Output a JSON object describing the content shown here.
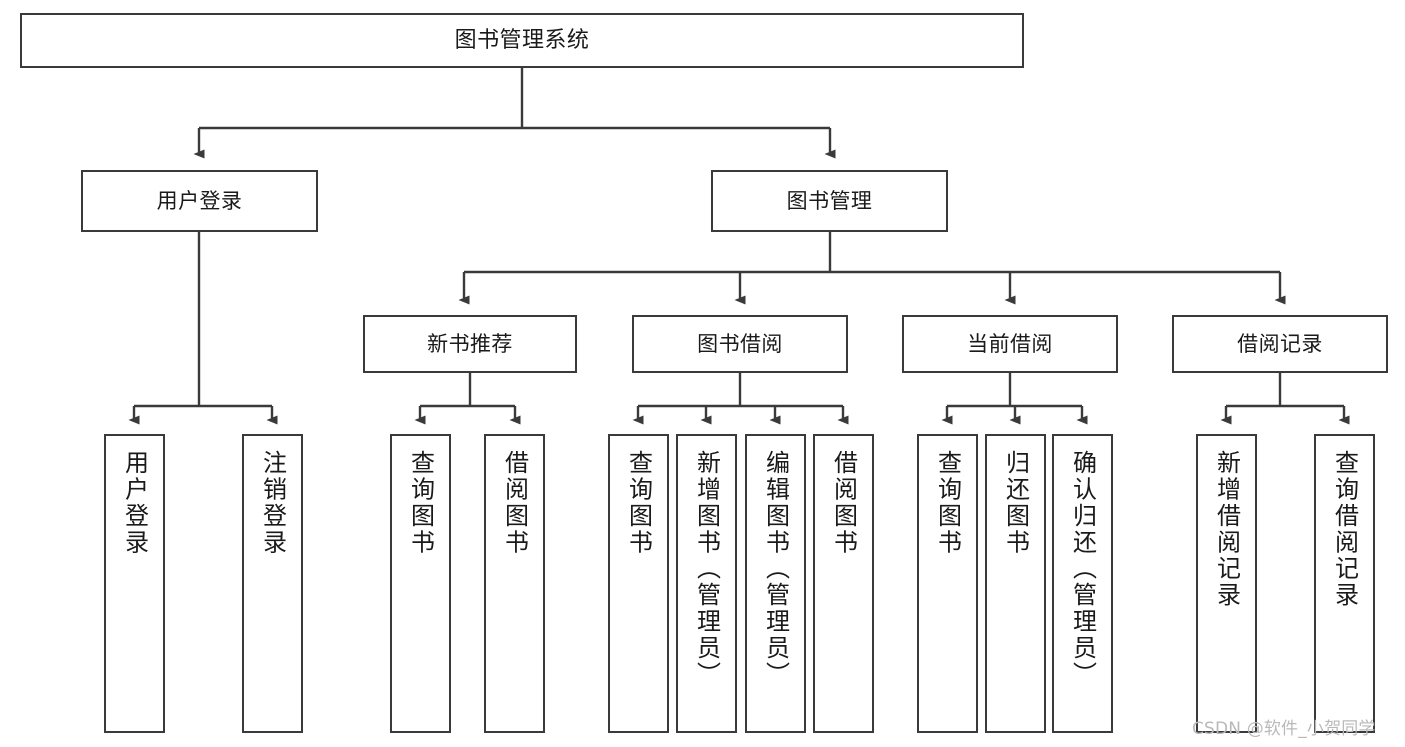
{
  "diagram": {
    "title": "图书管理系统",
    "type": "tree",
    "watermark": "CSDN @软件_小贺同学",
    "colors": {
      "background": "#ffffff",
      "border": "#3a3a3a",
      "text": "#1a1a1a",
      "connector": "#3a3a3a",
      "watermark": "#b9b9b9"
    },
    "nodes": {
      "root": {
        "label": "图书管理系统"
      },
      "level2": [
        {
          "label": "用户登录"
        },
        {
          "label": "图书管理"
        }
      ],
      "level3": [
        {
          "label": "新书推荐"
        },
        {
          "label": "图书借阅"
        },
        {
          "label": "当前借阅"
        },
        {
          "label": "借阅记录"
        }
      ],
      "leaves_user_login": [
        {
          "label": "用户登录"
        },
        {
          "label": "注销登录"
        }
      ],
      "leaves_new_book": [
        {
          "label": "查询图书"
        },
        {
          "label": "借阅图书"
        }
      ],
      "leaves_borrow": [
        {
          "label": "查询图书"
        },
        {
          "label": "新增图书（管理员）"
        },
        {
          "label": "编辑图书（管理员）"
        },
        {
          "label": "借阅图书"
        }
      ],
      "leaves_current": [
        {
          "label": "查询图书"
        },
        {
          "label": "归还图书"
        },
        {
          "label": "确认归还（管理员）"
        }
      ],
      "leaves_records": [
        {
          "label": "新增借阅记录"
        },
        {
          "label": "查询借阅记录"
        }
      ]
    }
  }
}
